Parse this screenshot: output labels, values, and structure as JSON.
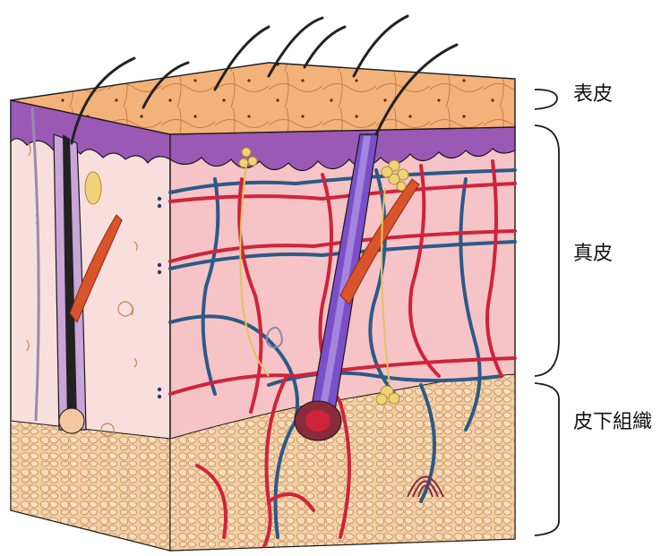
{
  "labels": {
    "epidermis": "表皮",
    "dermis": "真皮",
    "hypodermis": "皮下組織"
  },
  "colors": {
    "epidermis_top": "#f3b27a",
    "epidermis_purple": "#9b59b6",
    "dermis_pink": "#f6c3c6",
    "dermis_side": "#f9dede",
    "fat": "#f4cfa4",
    "fat_outline": "#c9945e",
    "artery": "#d0233b",
    "vein": "#2c5a86",
    "hair": "#222222",
    "muscle": "#d9542b",
    "nerve": "#f0d27a",
    "outline": "#1a1a1a"
  }
}
